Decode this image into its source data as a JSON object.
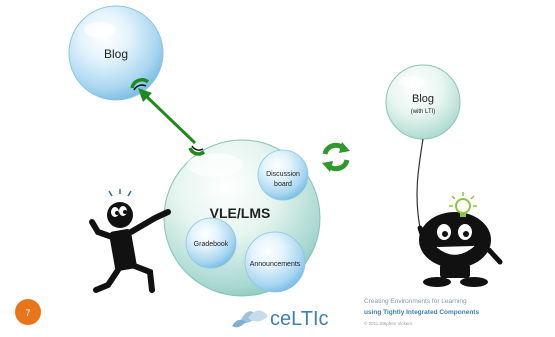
{
  "slide": {
    "page_number": "7"
  },
  "bubbles": {
    "blog_left": {
      "label": "Blog"
    },
    "vle": {
      "label": "VLE/LMS",
      "components": {
        "discussion_line1": "Discussion",
        "discussion_line2": "board",
        "gradebook": "Gradebook",
        "announcements": "Announcements"
      }
    },
    "blog_right": {
      "label": "Blog",
      "sublabel": "(with LTI)"
    }
  },
  "footer": {
    "logo_text": "ceLTIc",
    "tagline_line1": "Creating Environments for Learning",
    "tagline_line2": "using Tightly Integrated Components",
    "tagline_line3": "© 2011 Stephen Vickers"
  },
  "icons": {
    "refresh": "refresh-icon",
    "lightbulb": "lightbulb-icon",
    "arrow": "double-arrow-icon"
  },
  "colors": {
    "bubble_blue": "#9fd2ef",
    "arrow_green": "#1e8a1e",
    "page_orange": "#e8751a"
  }
}
